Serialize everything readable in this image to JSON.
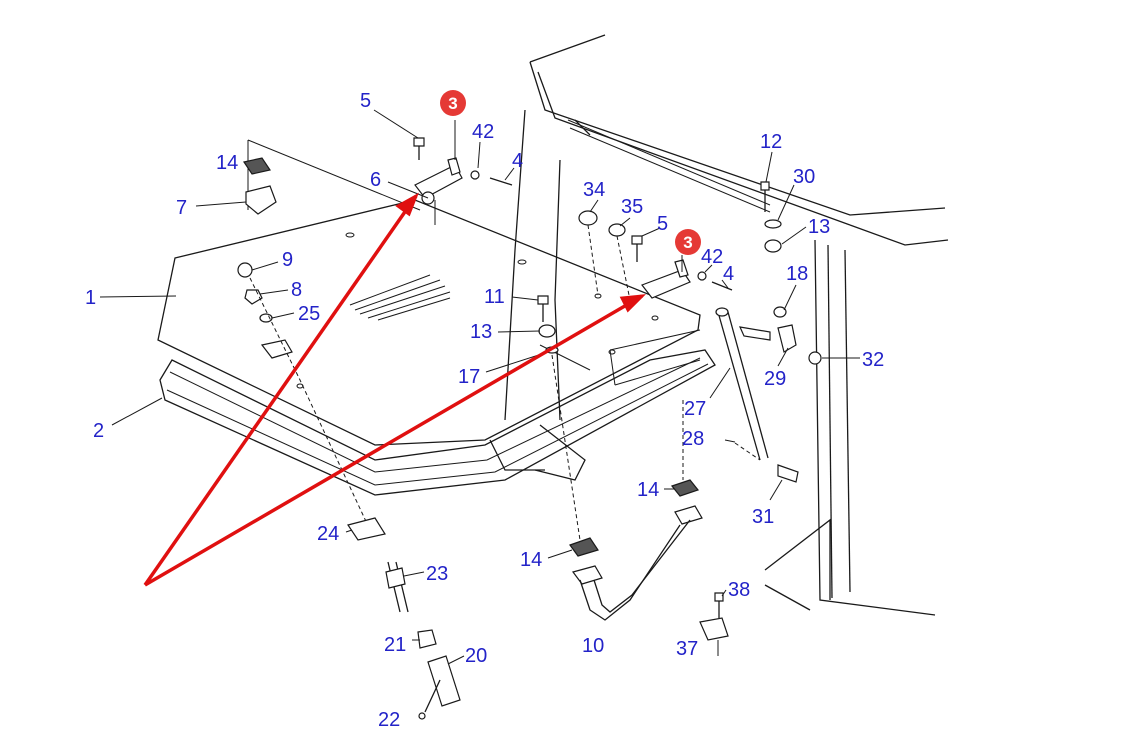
{
  "diagram": {
    "callouts": [
      {
        "id": "callout-left",
        "text": "3"
      },
      {
        "id": "callout-right",
        "text": "3"
      }
    ],
    "labels": {
      "l1": "1",
      "l2": "2",
      "l5a": "5",
      "l42a": "42",
      "l4a": "4",
      "l6": "6",
      "l14a": "14",
      "l7": "7",
      "l9": "9",
      "l8": "8",
      "l25": "25",
      "l12": "12",
      "l30": "30",
      "l13a": "13",
      "l34": "34",
      "l35": "35",
      "l5b": "5",
      "l42b": "42",
      "l4b": "4",
      "l11": "11",
      "l13b": "13",
      "l17": "17",
      "l18": "18",
      "l32": "32",
      "l29": "29",
      "l27": "27",
      "l28": "28",
      "l31": "31",
      "l14b": "14",
      "l14c": "14",
      "l10": "10",
      "l24": "24",
      "l23": "23",
      "l21": "21",
      "l20": "20",
      "l22": "22",
      "l38": "38",
      "l37": "37"
    },
    "colors": {
      "label": "#2323c8",
      "arrow": "#e01010",
      "callout": "#e53935",
      "line": "#1a1a1a"
    }
  }
}
